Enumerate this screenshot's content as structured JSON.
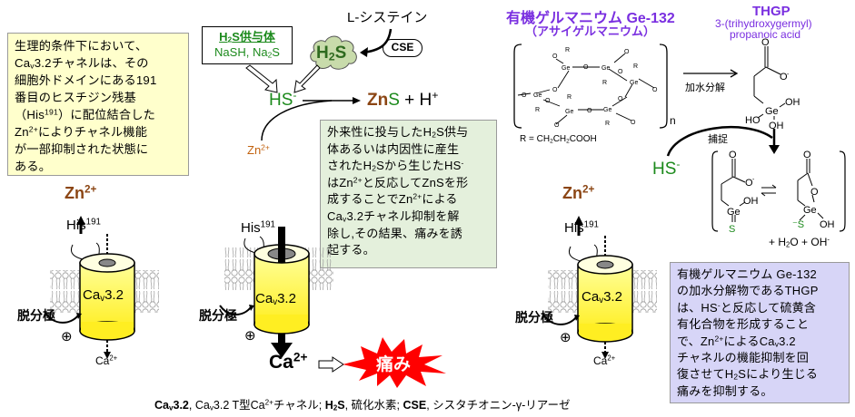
{
  "left_note": {
    "lines": [
      "生理的条件下において、",
      "Ca",
      "v",
      "3.2チャネルは、その",
      "細胞外ドメインにある191",
      "番目のヒスチジン残基",
      "（His",
      "191",
      "）に配位結合した",
      "Zn",
      "2+",
      "によりチャネル機能",
      "が一部抑制された状態に",
      "ある。"
    ]
  },
  "donor": {
    "title_pre": "H",
    "title_sub": "2",
    "title_post": "S供与体",
    "compounds_pre": "NaSH, Na",
    "compounds_sub": "2",
    "compounds_post": "S"
  },
  "cysteine_label": "L-システイン",
  "cse_label": "CSE",
  "h2s_cloud": {
    "pre": "H",
    "sub": "2",
    "post": "S"
  },
  "hs_ion": {
    "text": "HS",
    "charge": "-"
  },
  "zinc_ion": {
    "text": "Zn",
    "charge": "2+"
  },
  "zns_product": {
    "zn": "Zn",
    "s": "S",
    "rest": " + H",
    "charge": "+"
  },
  "center_note": {
    "l1a": "外来性に投与したH",
    "l1b": "2",
    "l1c": "S供与",
    "l2": "体あるいは内因性に産生",
    "l3a": "されたH",
    "l3b": "2",
    "l3c": "Sから生じたHS",
    "l3d": "-",
    "l4a": "はZn",
    "l4b": "2+",
    "l4c": "と反応してZnSを形",
    "l5a": "成することでZn",
    "l5b": "2+",
    "l5c": "による",
    "l6a": "Ca",
    "l6b": "v",
    "l6c": "3.2チャネル抑制を解",
    "l7": "除し,その結果、痛みを誘",
    "l8": "起する。"
  },
  "ge132": {
    "title": "有機ゲルマニウム Ge-132",
    "subtitle": "（アサイゲルマニウム）",
    "r_def_pre": "R = CH",
    "r_def_sub1": "2",
    "r_def_mid": "CH",
    "r_def_sub2": "2",
    "r_def_post": "COOH",
    "repeat_n": "n",
    "atom_ge": "Ge",
    "atom_o": "O",
    "atom_r": "R"
  },
  "hydrolysis_label": "加水分解",
  "thgp": {
    "title": "THGP",
    "subtitle1": "3-(trihydroxygermyl)",
    "subtitle2": "propanoic acid"
  },
  "capture_label": "捕捉",
  "hs_right": {
    "text": "HS",
    "charge": "-"
  },
  "byproducts": {
    "a": "+ H",
    "b": "2",
    "c": "O + OH",
    "d": "-"
  },
  "right_note": {
    "l1": "有機ゲルマニウム Ge-132",
    "l2": "の加水分解物であるTHGP",
    "l3a": "は、HS",
    "l3b": "-",
    "l3c": "と反応して硫黄含",
    "l4": "有化合物を形成すること",
    "l5a": "で、Zn",
    "l5b": "2+",
    "l5c": "によるCa",
    "l5d": "v",
    "l5e": "3.2",
    "l6": "チャネルの機能抑制を回",
    "l7a": "復させてH",
    "l7b": "2",
    "l7c": "Sにより生じる",
    "l8": "痛みを抑制する。"
  },
  "channels": [
    {
      "zn": "Zn",
      "zn_charge": "2+",
      "his": "His",
      "his_sup": "191",
      "name_pre": "Ca",
      "name_sub": "v",
      "name_post": "3.2",
      "depol": "脱分極",
      "plus": "⊕",
      "ca": "Ca",
      "ca_charge": "2+"
    },
    {
      "his": "His",
      "his_sup": "191",
      "name_pre": "Ca",
      "name_sub": "v",
      "name_post": "3.2",
      "depol": "脱分極",
      "plus": "⊕",
      "ca": "Ca",
      "ca_charge": "2+",
      "pain": "痛み"
    },
    {
      "zn": "Zn",
      "zn_charge": "2+",
      "his": "His",
      "his_sup": "191",
      "name_pre": "Ca",
      "name_sub": "v",
      "name_post": "3.2",
      "depol": "脱分極",
      "plus": "⊕",
      "ca": "Ca",
      "ca_charge": "2+"
    }
  ],
  "footer": {
    "a1": "Ca",
    "a2": "v",
    "a3": "3.2",
    "b1": ", Ca",
    "b2": "v",
    "b3": "3.2 T型Ca",
    "b4": "2+",
    "b5": "チャネル; ",
    "c1": "H",
    "c2": "2",
    "c3": "S",
    "d": ", 硫化水素; ",
    "e": "CSE",
    "f": ", シスタチオニン-γ-リアーゼ"
  },
  "colors": {
    "note_yellow": "#ffffcc",
    "note_green": "#e4f0dc",
    "note_purple": "#d7d5f7",
    "green_text": "#1c8a1c",
    "zinc_brown": "#8b4513",
    "purple_title": "#7a2fe0",
    "cylinder_yellow": "#ffff66",
    "pain_red": "#ff0000"
  }
}
